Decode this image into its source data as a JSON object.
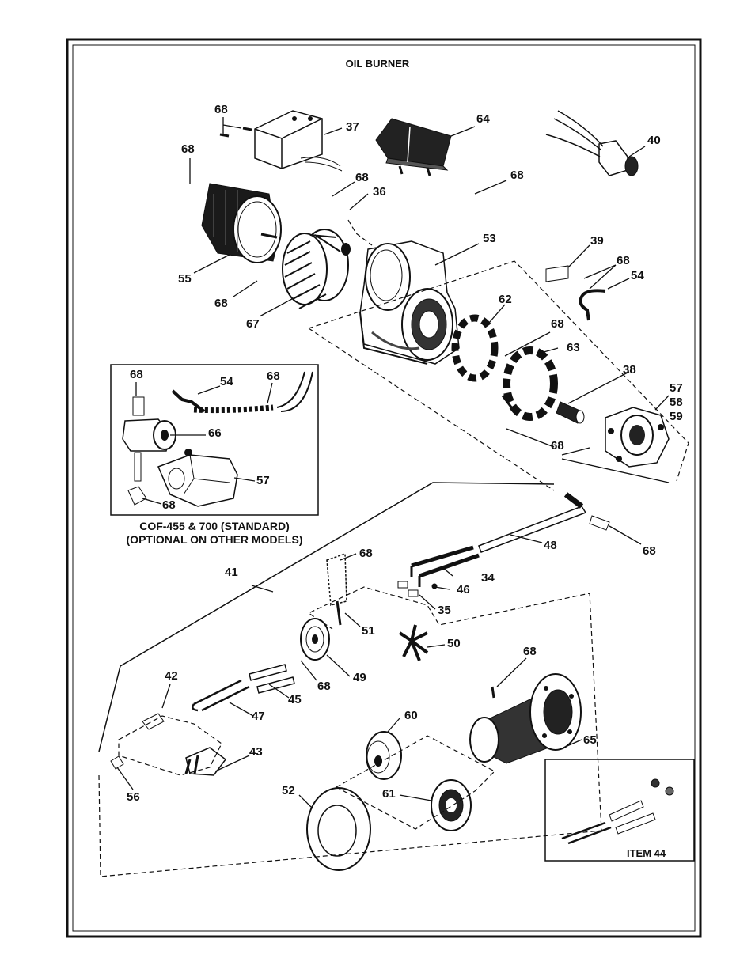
{
  "title": "OIL BURNER",
  "inset_caption": {
    "line1": "COF-455 & 700 (STANDARD)",
    "line2": "(OPTIONAL ON OTHER MODELS)"
  },
  "item44_caption": "ITEM 44",
  "callouts": {
    "c68a": "68",
    "c37": "37",
    "c64": "64",
    "c40": "40",
    "c68b": "68",
    "c68c": "68",
    "c36": "36",
    "c68d": "68",
    "c53": "53",
    "c39": "39",
    "c68e": "68",
    "c54a": "54",
    "c55": "55",
    "c68f": "68",
    "c67": "67",
    "c62": "62",
    "c68g": "68",
    "c63": "63",
    "c38": "38",
    "c57a": "57",
    "c58": "58",
    "c59": "59",
    "c68h": "68",
    "c68i": "68",
    "c54b": "54",
    "c68j": "68",
    "c66": "66",
    "c57b": "57",
    "c68k": "68",
    "c48": "48",
    "c68l": "68",
    "c68m": "68",
    "c34": "34",
    "c46": "46",
    "c35": "35",
    "c41": "41",
    "c51": "51",
    "c50": "50",
    "c49": "49",
    "c68n": "68",
    "c45": "45",
    "c68o": "68",
    "c42": "42",
    "c47": "47",
    "c60": "60",
    "c65": "65",
    "c43": "43",
    "c56": "56",
    "c52": "52",
    "c61": "61"
  }
}
